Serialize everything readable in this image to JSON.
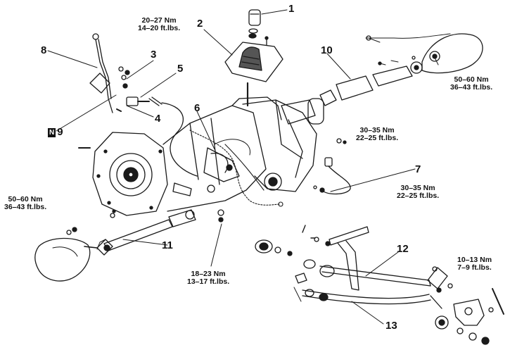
{
  "callouts": {
    "c1": "1",
    "c2": "2",
    "c3": "3",
    "c4": "4",
    "c5": "5",
    "c6": "6",
    "c7": "7",
    "c8": "8",
    "c9": "9",
    "c9_badge": "N",
    "c10": "10",
    "c11": "11",
    "c12": "12",
    "c13": "13"
  },
  "torque_specs": {
    "t_top": {
      "nm": "20–27 Nm",
      "ftlb": "14–20 ft.lbs."
    },
    "t_right": {
      "nm": "50–60 Nm",
      "ftlb": "36–43 ft.lbs."
    },
    "t_mid": {
      "nm": "30–35 Nm",
      "ftlb": "22–25 ft.lbs."
    },
    "t_cable": {
      "nm": "30–35 Nm",
      "ftlb": "22–25 ft.lbs."
    },
    "t_left": {
      "nm": "50–60 Nm",
      "ftlb": "36–43 ft.lbs."
    },
    "t_bottom": {
      "nm": "18–23 Nm",
      "ftlb": "13–17 ft.lbs."
    },
    "t_link": {
      "nm": "10–13 Nm",
      "ftlb": "7–9 ft.lbs."
    }
  }
}
